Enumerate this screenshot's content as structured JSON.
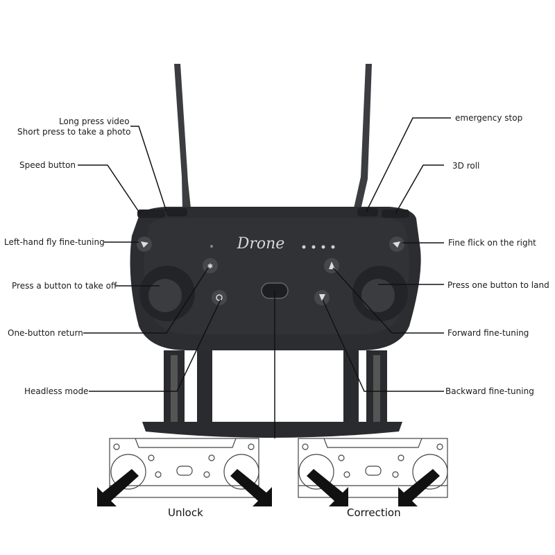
{
  "brand": "Drone",
  "labels": {
    "left": [
      {
        "key": "video_photo_1",
        "text": "Long press video"
      },
      {
        "key": "video_photo_2",
        "text": "Short press to take a photo"
      },
      {
        "key": "speed",
        "text": "Speed button"
      },
      {
        "key": "left_fine",
        "text": "Left-hand fly fine-tuning"
      },
      {
        "key": "takeoff",
        "text": "Press a button to take off"
      },
      {
        "key": "return",
        "text": "One-button return"
      },
      {
        "key": "headless",
        "text": "Headless mode"
      }
    ],
    "right": [
      {
        "key": "estop",
        "text": "emergency stop"
      },
      {
        "key": "roll",
        "text": "3D roll"
      },
      {
        "key": "right_flick",
        "text": "Fine flick on the right"
      },
      {
        "key": "land",
        "text": "Press one button to land"
      },
      {
        "key": "forward",
        "text": "Forward fine-tuning"
      },
      {
        "key": "backward",
        "text": "Backward fine-tuning"
      }
    ]
  },
  "captions": {
    "unlock": "Unlock",
    "correction": "Correction"
  },
  "colors": {
    "body": "#2b2d31",
    "body_dark": "#1c1d20",
    "stick": "#3a3c40",
    "line": "#111111",
    "outline": "#444444"
  }
}
